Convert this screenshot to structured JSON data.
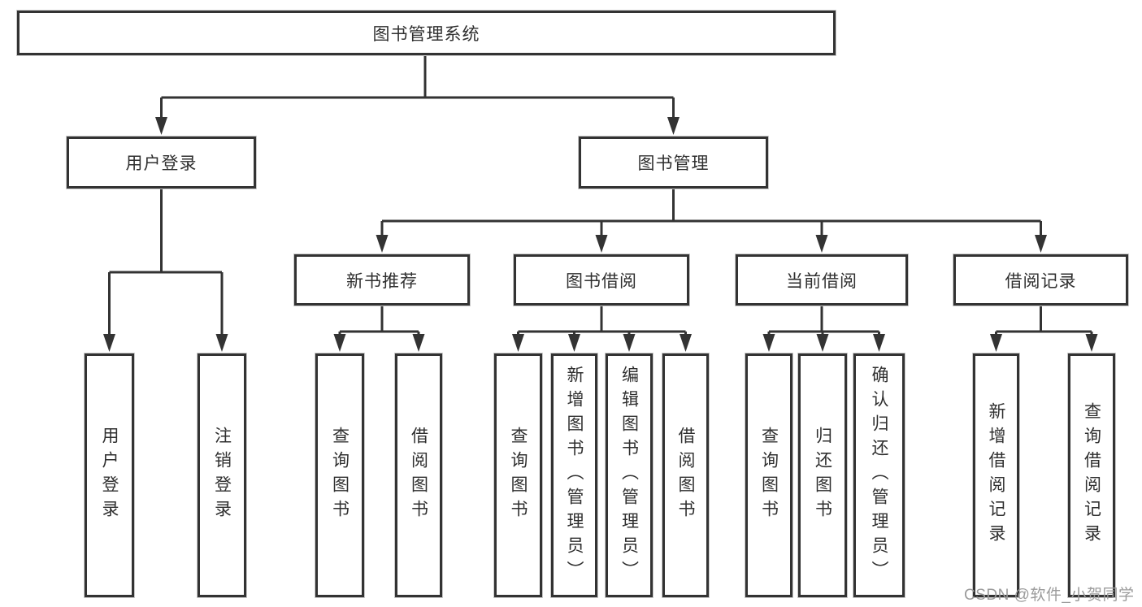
{
  "root": {
    "label": "图书管理系统"
  },
  "level2": {
    "user_login": {
      "label": "用户登录"
    },
    "book_management": {
      "label": "图书管理"
    }
  },
  "level3": {
    "new_books": {
      "label": "新书推荐"
    },
    "book_borrow": {
      "label": "图书借阅"
    },
    "current_borrow": {
      "label": "当前借阅"
    },
    "borrow_records": {
      "label": "借阅记录"
    }
  },
  "leaves": {
    "user_login": [
      "用户登录",
      "注销登录"
    ],
    "new_books": [
      "查询图书",
      "借阅图书"
    ],
    "book_borrow": [
      "查询图书",
      "新增图书（管理员）",
      "编辑图书（管理员）",
      "借阅图书"
    ],
    "current_borrow": [
      "查询图书",
      "归还图书",
      "确认归还（管理员）"
    ],
    "borrow_records": [
      "新增借阅记录",
      "查询借阅记录"
    ]
  },
  "watermark": "CSDN @软件_小贺同学",
  "colors": {
    "line": "#333333",
    "box_border": "#333333",
    "text": "#2f2f2f",
    "watermark": "#9b9b9b",
    "background": "#ffffff"
  }
}
